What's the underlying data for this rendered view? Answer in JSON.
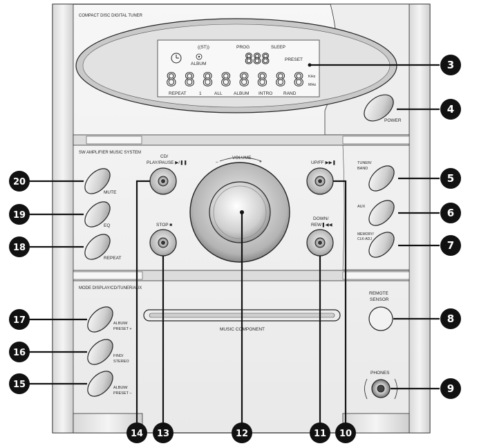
{
  "sections": {
    "tuner": "COMPACT DISC DIGITAL TUNER",
    "amp": "SW AMPLIFIER MUSIC SYSTEM",
    "mode": "MODE DISPLAY/CD/TUNER/AUX"
  },
  "display": {
    "st": "((ST))",
    "prog": "PROG",
    "sleep": "SLEEP",
    "album": "ALBUM",
    "preset": "PRESET",
    "preset_digits": "888",
    "main_digits": "88888888",
    "khz": "KHz",
    "mhz": "MHz",
    "bottom": [
      "REPEAT",
      "1",
      "ALL",
      "ALBUM",
      "INTRO",
      "RAND"
    ]
  },
  "labels": {
    "power": "POWER",
    "mute": "MUTE",
    "eq": "EQ",
    "repeat": "REPEAT",
    "cd_play_1": "CD/",
    "cd_play_2": "PLAY/PAUSE ▶/❚❚",
    "up_ff_1": "UP/FF ▶▶❚",
    "volume": "VOLUME",
    "vol_minus": "–",
    "vol_plus": "+",
    "stop": "STOP ■",
    "down_rew_1": "DOWN/",
    "down_rew_2": "REW❚◀◀",
    "tuner_band_1": "TUNER/",
    "tuner_band_2": "BAND",
    "aux": "AUX",
    "memory_1": "MEMORY/",
    "memory_2": "CLK-ADJ",
    "album_plus_1": "ALBUM/",
    "album_plus_2": "PRESET +",
    "find_1": "FIND/",
    "find_2": "STEREO",
    "album_minus_1": "ALBUM/",
    "album_minus_2": "PRESET –",
    "music_component": "MUSIC COMPONENT",
    "remote_1": "REMOTE",
    "remote_2": "SENSOR",
    "phones": "PHONES"
  },
  "callouts": {
    "c3": "3",
    "c4": "4",
    "c5": "5",
    "c6": "6",
    "c7": "7",
    "c8": "8",
    "c9": "9",
    "c10": "10",
    "c11": "11",
    "c12": "12",
    "c13": "13",
    "c14": "14",
    "c15": "15",
    "c16": "16",
    "c17": "17",
    "c18": "18",
    "c19": "19",
    "c20": "20"
  }
}
